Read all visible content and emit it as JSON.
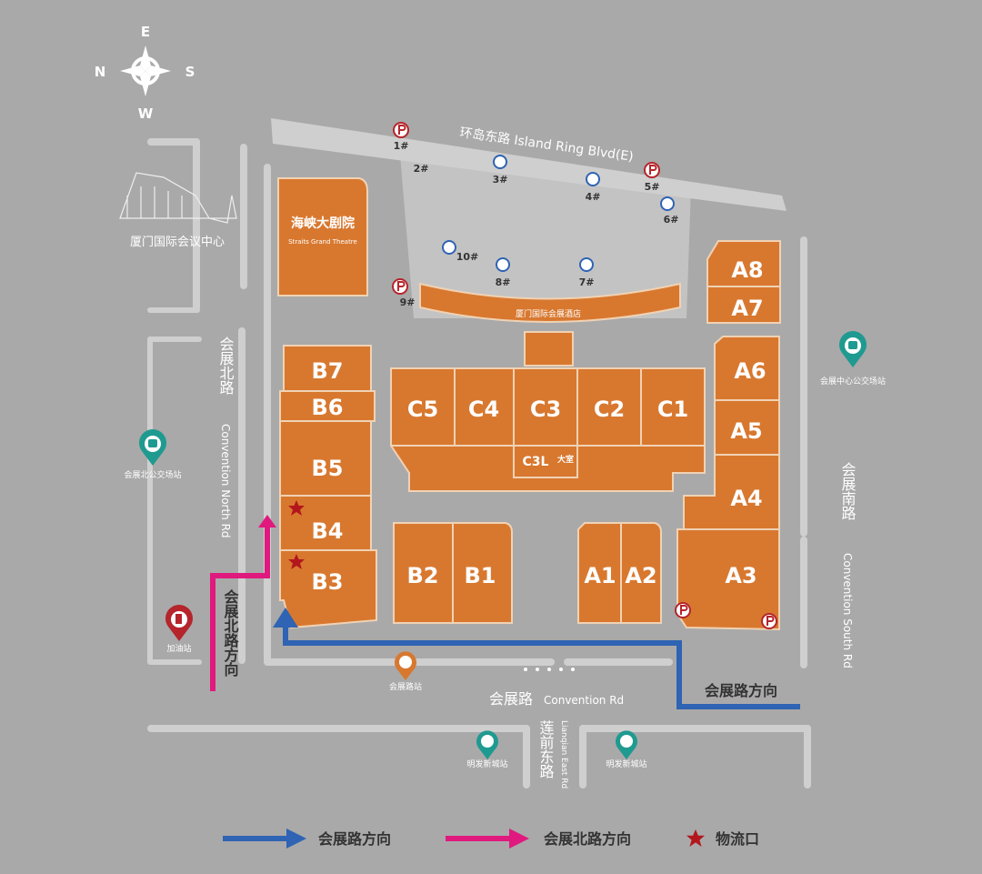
{
  "compass": {
    "n": "N",
    "s": "S",
    "e": "E",
    "w": "W"
  },
  "buildings": {
    "theatre": {
      "zh": "海峡大剧院",
      "en": "Straits Grand Theatre"
    },
    "hotel": {
      "zh": "厦门国际会展酒店"
    },
    "convention_center": {
      "zh": "厦门国际会议中心"
    },
    "halls": {
      "B7": "B7",
      "B6": "B6",
      "B5": "B5",
      "B4": "B4",
      "B3": "B3",
      "B2": "B2",
      "B1": "B1",
      "C5": "C5",
      "C4": "C4",
      "C3": "C3",
      "C2": "C2",
      "C1": "C1",
      "C3L": "C3L",
      "C3L_sub": "大室",
      "A1": "A1",
      "A2": "A2",
      "A3": "A3",
      "A4": "A4",
      "A5": "A5",
      "A6": "A6",
      "A7": "A7",
      "A8": "A8"
    }
  },
  "roads": {
    "island_ring": "环岛东路 Island Ring Blvd(E)",
    "north_zh": "会展北路",
    "north_en": "Convention North Rd",
    "south_zh": "会展南路",
    "south_en": "Convention South Rd",
    "convention_zh": "会展路",
    "convention_en": "Convention Rd",
    "lianqian_zh": "莲前东路",
    "lianqian_en": "Lianqian East Rd"
  },
  "markers": {
    "p1": "1#",
    "p2": "2#",
    "w3": "3#",
    "w4": "4#",
    "p5": "5#",
    "w6": "6#",
    "w7": "7#",
    "w8": "8#",
    "p9": "9#",
    "w10": "10#"
  },
  "stations": {
    "center_bus": "会展中心公交场站",
    "north_bus": "会展北公交场站",
    "convention_rd_bus": "会展路站",
    "mingfa1": "明发新城站",
    "mingfa2": "明发新城站",
    "gas": "加油站"
  },
  "arrows": {
    "north_dir": "会展北路方向",
    "convention_dir": "会展路方向"
  },
  "legend": {
    "blue": "会展路方向",
    "pink": "会展北路方向",
    "star": "物流口"
  },
  "colors": {
    "hall": "#d8782f",
    "blue": "#2f63b4",
    "pink": "#e0197f",
    "star": "#b3171d",
    "parking": "#b5252b",
    "bus": "#1f9a90"
  }
}
